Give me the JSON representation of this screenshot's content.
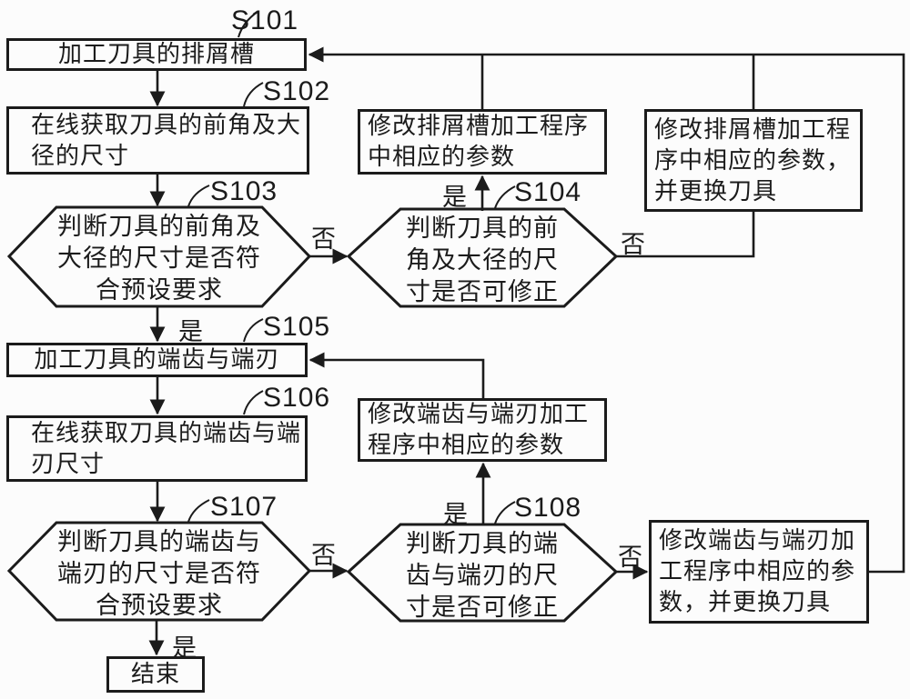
{
  "palette": {
    "ink": "#1b1b1b",
    "paper": "#fcfcfc"
  },
  "decision_labels": {
    "yes": "是",
    "no": "否"
  },
  "nodes": {
    "s101": {
      "step": "S101",
      "text": "加工刀具的排屑槽"
    },
    "s102": {
      "step": "S102",
      "text": "在线获取刀具的前角及大\n径的尺寸"
    },
    "s103": {
      "step": "S103",
      "text": "判断刀具的前角及\n大径的尺寸是否符\n合预设要求"
    },
    "s104": {
      "step": "S104",
      "text": "判断刀具的前\n角及大径的尺\n寸是否可修正"
    },
    "fix_flute_program": {
      "text": "修改排屑槽加工程序\n中相应的参数"
    },
    "fix_flute_program_and_tool": {
      "text": "修改排屑槽加工程\n序中相应的参数，\n并更换刀具"
    },
    "s105": {
      "step": "S105",
      "text": "加工刀具的端齿与端刃"
    },
    "s106": {
      "step": "S106",
      "text": "在线获取刀具的端齿与端\n刃尺寸"
    },
    "s107": {
      "step": "S107",
      "text": "判断刀具的端齿与\n端刃的尺寸是否符\n合预设要求"
    },
    "s108": {
      "step": "S108",
      "text": "判断刀具的端\n齿与端刃的尺\n寸是否可修正"
    },
    "fix_end_program": {
      "text": "修改端齿与端刃加工\n程序中相应的参数"
    },
    "fix_end_program_and_tool": {
      "text": "修改端齿与端刃加\n工程序中相应的参\n数，并更换刀具"
    },
    "end": {
      "text": "结束"
    }
  }
}
